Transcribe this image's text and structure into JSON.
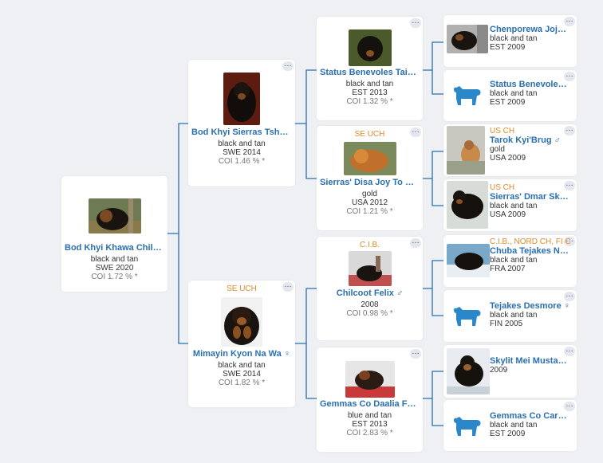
{
  "colors": {
    "accent": "#2a6fb0",
    "title": "#e08a2a",
    "line": "#2a6fb0",
    "bg": "#eef0f3"
  },
  "more_icon": "…",
  "root": {
    "name": "Bod Khyi Khawa Chilali",
    "sex": "♀",
    "color": "black and tan",
    "born": "SWE 2020",
    "coi": "COI 1.72 % *"
  },
  "sire": {
    "title": "",
    "name": "Bod Khyi Sierras Tsho Koo...",
    "sex": "",
    "color": "black and tan",
    "born": "SWE 2014",
    "coi": "COI 1.46 % *"
  },
  "dam": {
    "title": "SE UCH",
    "name": "Mimayin Kyon Na Wa",
    "sex": "♀",
    "color": "black and tan",
    "born": "SWE 2014",
    "coi": "COI 1.82 % *"
  },
  "gp": [
    {
      "title": "",
      "name": "Status Benevoles Taiyang",
      "sex": "♂",
      "color": "black and tan",
      "born": "EST 2013",
      "coi": "COI 1.32 % *"
    },
    {
      "title": "SE UCH",
      "name": "Sierras' Disa Joy To Bod Kh...",
      "sex": "",
      "color": "gold",
      "born": "USA 2012",
      "coi": "COI 1.21 % *"
    },
    {
      "title": "C.I.B.",
      "name": "Chilcoot Felix",
      "sex": "♂",
      "color": "",
      "born": "2008",
      "coi": "COI 0.98 % *"
    },
    {
      "title": "",
      "name": "Gemmas Co Daalia For Mi...",
      "sex": "",
      "color": "blue and tan",
      "born": "EST 2013",
      "coi": "COI 2.83 % *"
    }
  ],
  "ggp": [
    {
      "title": "",
      "name": "Chenporewa Jojo Jets...",
      "sex": "",
      "color": "black and tan",
      "born": "EST 2009",
      "photo": true
    },
    {
      "title": "",
      "name": "Status Benevoles Pe...",
      "sex": "",
      "color": "black and tan",
      "born": "EST 2009",
      "photo": false
    },
    {
      "title": "US CH",
      "name": "Tarok Kyi'Brug",
      "sex": "♂",
      "color": "gold",
      "born": "USA 2009",
      "photo": true
    },
    {
      "title": "US CH",
      "name": "Sierras' Dmar Skya",
      "sex": "♀",
      "color": "black and tan",
      "born": "USA 2009",
      "photo": true
    },
    {
      "title": "C.I.B., NORD CH, FI CH, N...",
      "name": "Chuba Tejakes Nama...",
      "sex": "",
      "color": "black and tan",
      "born": "FRA 2007",
      "photo": true
    },
    {
      "title": "",
      "name": "Tejakes Desmore",
      "sex": "♀",
      "color": "black and tan",
      "born": "FIN 2005",
      "photo": false
    },
    {
      "title": "",
      "name": "Skylit Mei Mustang",
      "sex": "♂",
      "color": "",
      "born": "2009",
      "photo": true
    },
    {
      "title": "",
      "name": "Gemmas Co Caramir...",
      "sex": "",
      "color": "black and tan",
      "born": "EST 2009",
      "photo": false
    }
  ]
}
